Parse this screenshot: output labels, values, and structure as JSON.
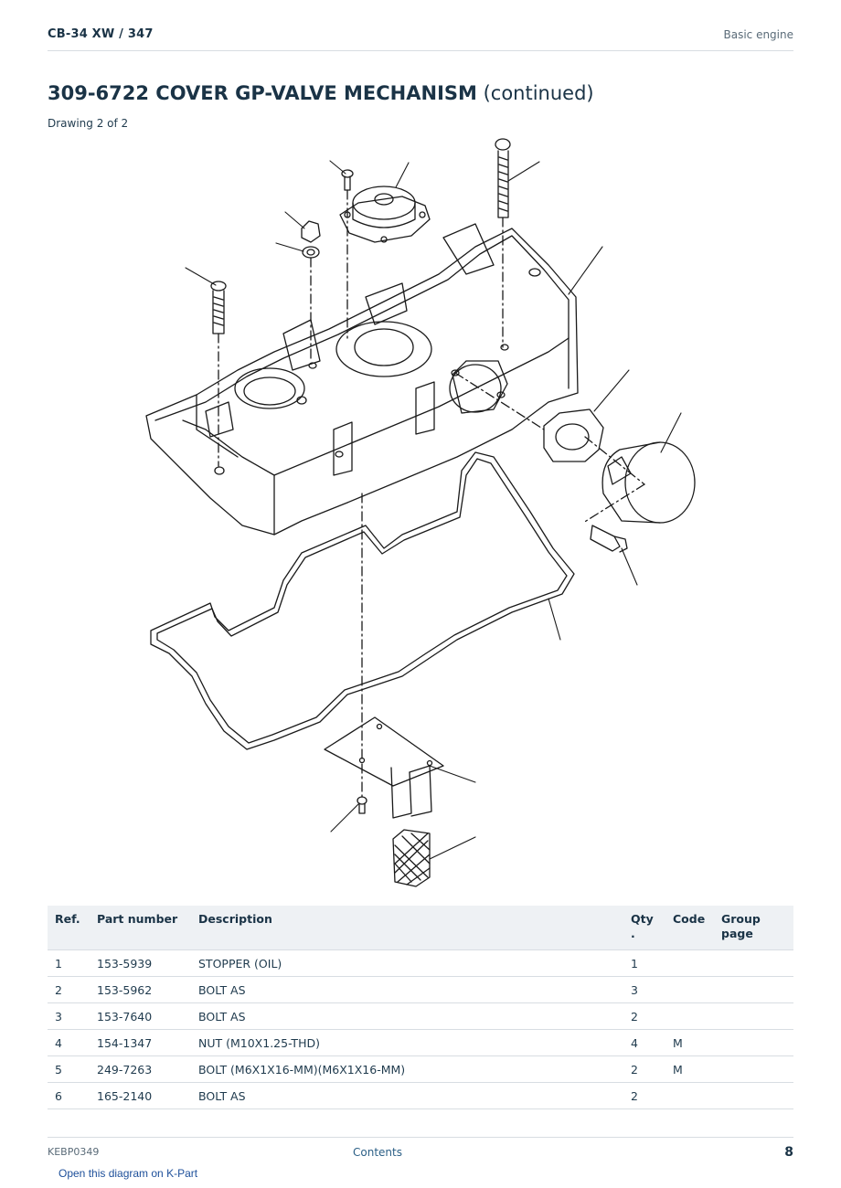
{
  "header": {
    "model": "CB-34 XW  /  347",
    "section": "Basic engine"
  },
  "title": {
    "main": "309-6722 COVER GP-VALVE MECHANISM",
    "suffix": "(continued)",
    "drawing": "Drawing 2 of 2"
  },
  "table": {
    "headers": {
      "ref": "Ref.",
      "part_number": "Part number",
      "description": "Description",
      "qty": "Qty .",
      "code": "Code",
      "group_page": "Group page"
    },
    "rows": [
      {
        "ref": "1",
        "part": "153-5939",
        "desc": "STOPPER (OIL)",
        "qty": "1",
        "code": "",
        "group": ""
      },
      {
        "ref": "2",
        "part": "153-5962",
        "desc": "BOLT AS",
        "qty": "3",
        "code": "",
        "group": ""
      },
      {
        "ref": "3",
        "part": "153-7640",
        "desc": "BOLT AS",
        "qty": "2",
        "code": "",
        "group": ""
      },
      {
        "ref": "4",
        "part": "154-1347",
        "desc": "NUT (M10X1.25-THD)",
        "qty": "4",
        "code": "M",
        "group": ""
      },
      {
        "ref": "5",
        "part": "249-7263",
        "desc": "BOLT (M6X1X16-MM)(M6X1X16-MM)",
        "qty": "2",
        "code": "M",
        "group": ""
      },
      {
        "ref": "6",
        "part": "165-2140",
        "desc": "BOLT AS",
        "qty": "2",
        "code": "",
        "group": ""
      }
    ]
  },
  "footer": {
    "doc_id": "KEBP0349",
    "contents_link": "Contents",
    "page_number": "8",
    "kpart_link": "Open this diagram on K-Part"
  }
}
